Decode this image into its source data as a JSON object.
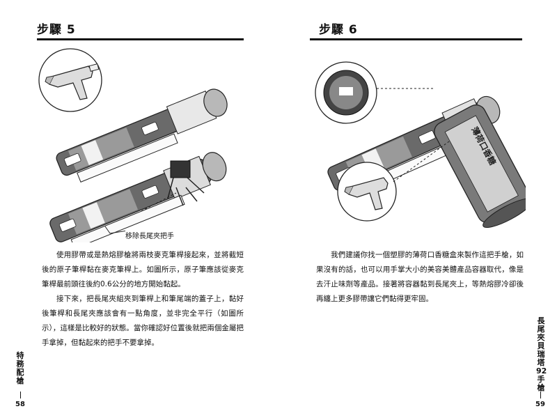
{
  "left_page": {
    "step_title": "步驟 5",
    "callout": "移除長尾夾把手",
    "paragraphs": [
      "使用膠帶或是熱熔膠槍將兩枝麥克筆桿接起來，並將截短後的原子筆桿黏在麥克筆桿上。如圖所示，原子筆應該從麥克筆桿最前頭往後約0.6公分的地方開始黏起。",
      "接下來，把長尾夾組夾到筆桿上和筆尾端的蓋子上，黏好後筆桿和長尾夾應該會有一點角度，並非完全平行（如圖所示），這樣是比較好的狀態。當你確認好位置後就把兩個金屬把手拿掉，但黏起來的把手不要拿掉。"
    ],
    "side_title": "特務配槍",
    "page_number": "58"
  },
  "right_page": {
    "step_title": "步驟 6",
    "box_label": "薄荷口香糖",
    "paragraphs": [
      "我們建議你找一個塑膠的薄荷口香糖盒來製作這把手槍，如果沒有的話，也可以用手掌大小的美容美體產品容器取代，像是去汗止味劑等產品。接著將容器黏到長尾夾上，等熱熔膠冷卻後再纏上更多膠帶讓它們黏得更牢固。"
    ],
    "side_title": "長尾夾貝瑞塔92手槍",
    "page_number": "59"
  }
}
